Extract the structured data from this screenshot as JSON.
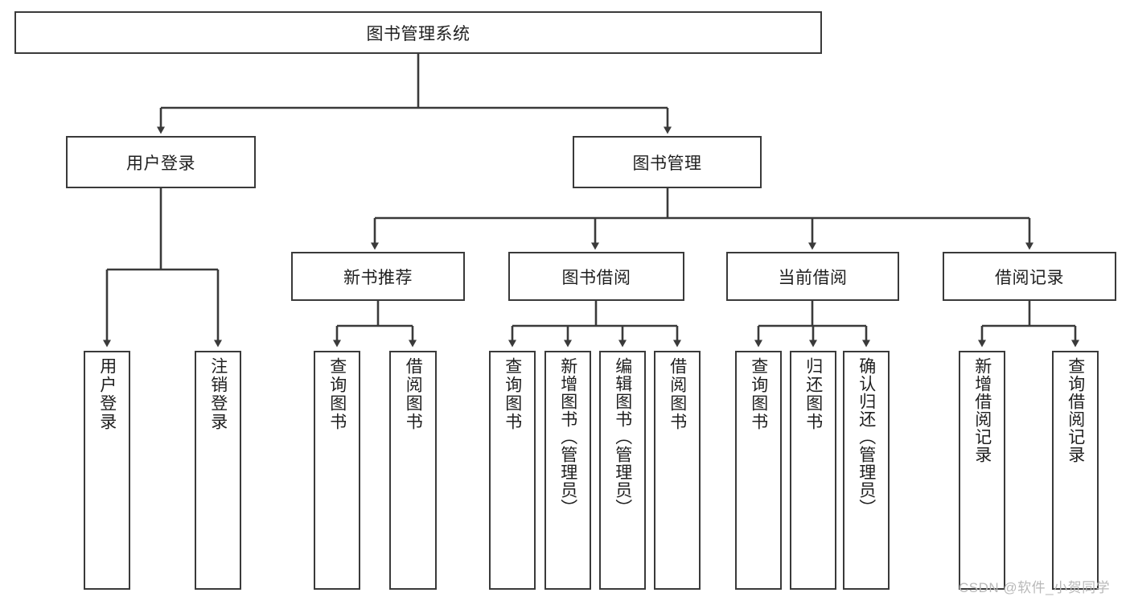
{
  "diagram": {
    "type": "tree",
    "title": "图书管理系统",
    "root": {
      "label": "图书管理系统"
    },
    "level2": [
      {
        "label": "用户登录"
      },
      {
        "label": "图书管理"
      }
    ],
    "level3": [
      {
        "label": "新书推荐"
      },
      {
        "label": "图书借阅"
      },
      {
        "label": "当前借阅"
      },
      {
        "label": "借阅记录"
      }
    ],
    "leaves": {
      "user_login": [
        {
          "label": "用户登录"
        },
        {
          "label": "注销登录"
        }
      ],
      "new_book_recommend": [
        {
          "label": "查询图书"
        },
        {
          "label": "借阅图书"
        }
      ],
      "book_borrow": [
        {
          "label": "查询图书"
        },
        {
          "label": "新增图书（管理员）"
        },
        {
          "label": "编辑图书（管理员）"
        },
        {
          "label": "借阅图书"
        }
      ],
      "current_borrow": [
        {
          "label": "查询图书"
        },
        {
          "label": "归还图书"
        },
        {
          "label": "确认归还（管理员）"
        }
      ],
      "borrow_record": [
        {
          "label": "新增借阅记录"
        },
        {
          "label": "查询借阅记录"
        }
      ]
    }
  },
  "watermark": {
    "text": "CSDN @软件_小贺同学"
  },
  "colors": {
    "box_border": "#3a3a3a",
    "box_fill": "#ffffff",
    "text": "#1f1f1f",
    "line": "#3a3a3a",
    "watermark": "#b9b9b9"
  }
}
